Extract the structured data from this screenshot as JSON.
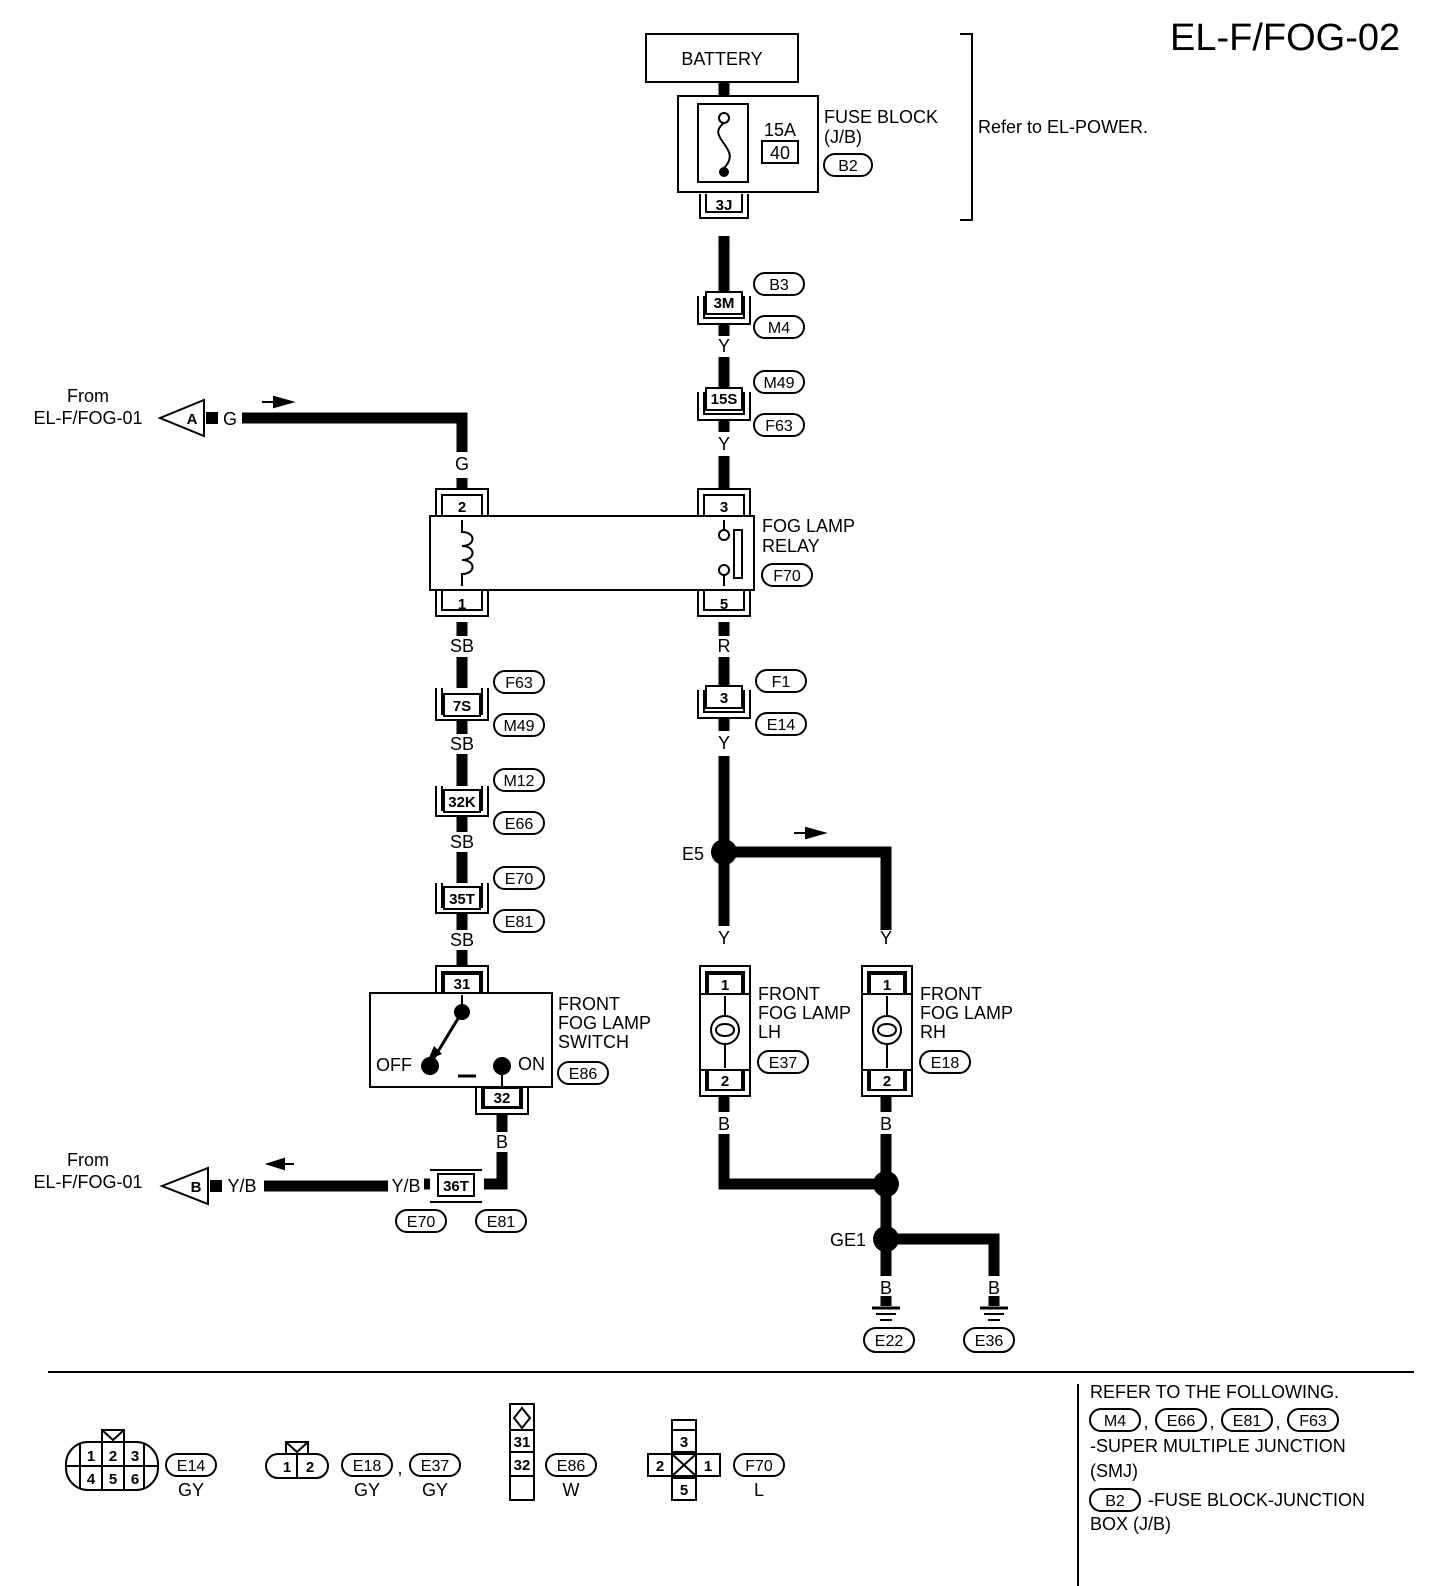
{
  "title": "EL-F/FOG-02",
  "power": {
    "battery": "BATTERY",
    "fuse_amp": "15A",
    "fuse_no": "40",
    "fuse_block": [
      "FUSE BLOCK",
      "(J/B)"
    ],
    "fuse_block_conn": "B2",
    "fuse_out_pin": "3J",
    "refer_note": "Refer to EL-POWER."
  },
  "connectors": {
    "c3m": {
      "pin": "3M",
      "top": "B3",
      "bottom": "M4"
    },
    "c15s": {
      "pin": "15S",
      "top": "M49",
      "bottom": "F63"
    },
    "c7s": {
      "pin": "7S",
      "top": "F63",
      "bottom": "M49"
    },
    "c32k": {
      "pin": "32K",
      "top": "M12",
      "bottom": "E66"
    },
    "c35t": {
      "pin": "35T",
      "top": "E70",
      "bottom": "E81"
    },
    "c3": {
      "pin": "3",
      "top": "F1",
      "bottom": "E14"
    },
    "c36t": {
      "pin": "36T",
      "left": "E70",
      "right": "E81"
    }
  },
  "wire_colors": {
    "y": "Y",
    "g": "G",
    "sb": "SB",
    "r": "R",
    "b": "B",
    "yb": "Y/B"
  },
  "relay": {
    "name": [
      "FOG LAMP",
      "RELAY"
    ],
    "conn": "F70",
    "pins": {
      "p1": "1",
      "p2": "2",
      "p3": "3",
      "p5": "5"
    }
  },
  "switch": {
    "name": [
      "FRONT",
      "FOG LAMP",
      "SWITCH"
    ],
    "conn": "E86",
    "pin_top": "31",
    "pin_bottom": "32",
    "off": "OFF",
    "on": "ON"
  },
  "lamp_lh": {
    "name": [
      "FRONT",
      "FOG LAMP",
      "LH"
    ],
    "conn": "E37",
    "p1": "1",
    "p2": "2"
  },
  "lamp_rh": {
    "name": [
      "FRONT",
      "FOG LAMP",
      "RH"
    ],
    "conn": "E18",
    "p1": "1",
    "p2": "2"
  },
  "splices": {
    "e5": "E5",
    "ge1": "GE1"
  },
  "grounds": {
    "g1": "E22",
    "g2": "E36"
  },
  "from_a": {
    "lines": [
      "From",
      "EL-F/FOG-01"
    ],
    "letter": "A"
  },
  "from_b": {
    "lines": [
      "From",
      "EL-F/FOG-01"
    ],
    "letter": "B"
  },
  "legend": {
    "e14": {
      "pins": [
        "1",
        "2",
        "3",
        "4",
        "5",
        "6"
      ],
      "conn": "E14",
      "color": "GY"
    },
    "e18": {
      "pins": [
        "1",
        "2"
      ],
      "conn1": "E18",
      "sep": ",",
      "conn2": "E37",
      "color1": "GY",
      "color2": "GY"
    },
    "e86": {
      "pins": [
        "31",
        "32"
      ],
      "conn": "E86",
      "color": "W"
    },
    "f70": {
      "pins": [
        "3",
        "2",
        "1",
        "5"
      ],
      "conn": "F70",
      "color": "L"
    }
  },
  "refer_box": {
    "heading": "REFER TO THE FOLLOWING.",
    "smj_conns": [
      "M4",
      "E66",
      "E81",
      "F63"
    ],
    "commas": [
      ",",
      ",",
      ","
    ],
    "smj_text": [
      "-SUPER MULTIPLE JUNCTION",
      "(SMJ)"
    ],
    "fb_conn": "B2",
    "fb_text": [
      "-FUSE BLOCK-JUNCTION",
      "BOX (J/B)"
    ]
  }
}
